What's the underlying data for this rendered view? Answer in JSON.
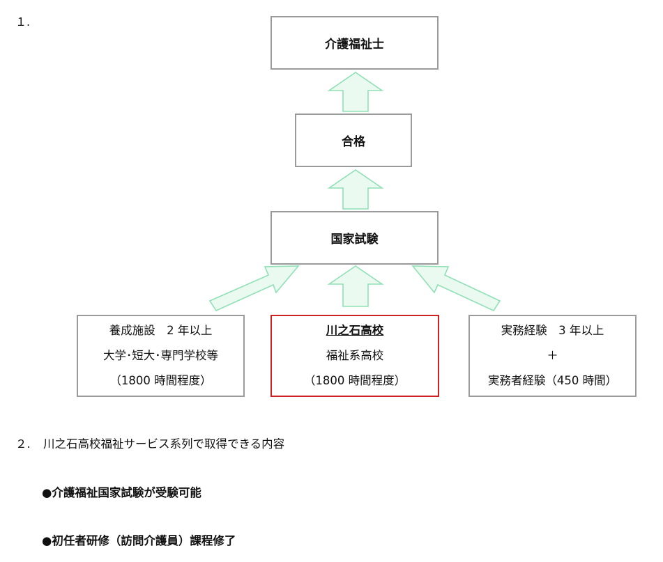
{
  "section1": {
    "number": "１."
  },
  "flow": {
    "certification": "介護福祉士",
    "pass": "合格",
    "exam": "国家試験",
    "routes": {
      "left": {
        "line1": "養成施設　2 年以上",
        "line2": "大学･短大･専門学校等",
        "line3": "（1800 時間程度）"
      },
      "center": {
        "title": "川之石高校",
        "line2": "福祉系高校",
        "line3": "（1800 時間程度）"
      },
      "right": {
        "line1": "実務経験　3 年以上",
        "line2": "＋",
        "line3": "実務者経験（450 時間）"
      }
    }
  },
  "section2": {
    "number": "２.",
    "heading": "川之石高校福祉サービス系列で取得できる内容",
    "bullets": [
      "●介護福祉国家試験が受験可能",
      "●初任者研修（訪問介護員）課程修了"
    ]
  },
  "colors": {
    "box_border": "#9a9a9a",
    "highlight_border": "#cc2222",
    "arrow_fill": "#eafaf0",
    "arrow_stroke": "#8fe0b4"
  }
}
